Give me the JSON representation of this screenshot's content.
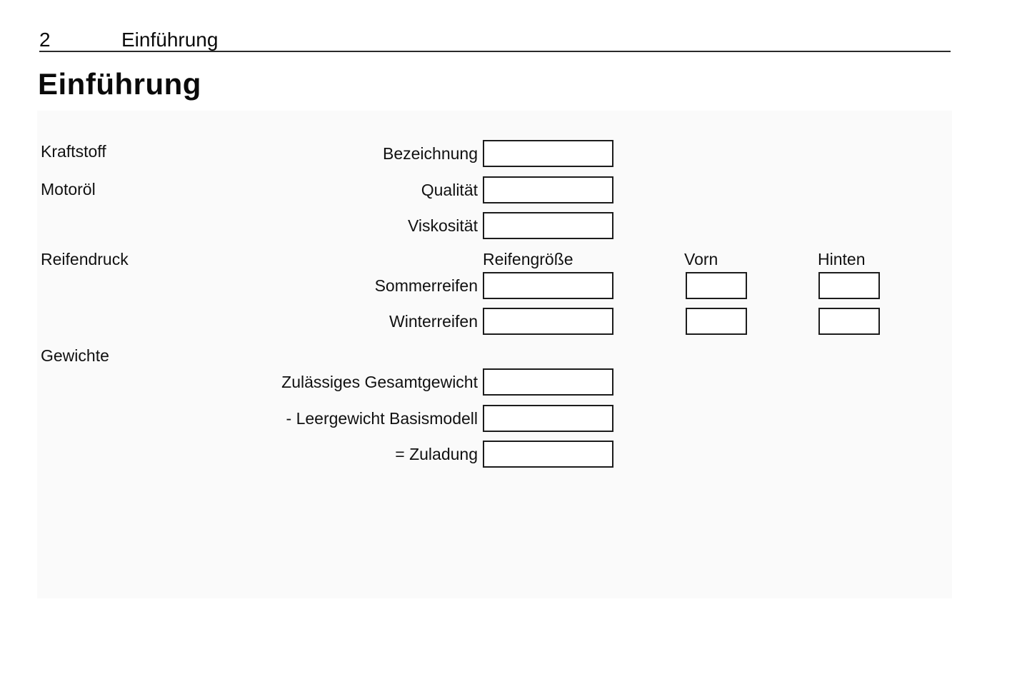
{
  "header": {
    "page_number": "2",
    "chapter_title": "Einführung"
  },
  "page_title": "Einführung",
  "sections": {
    "kraftstoff": {
      "label": "Kraftstoff"
    },
    "motoroel": {
      "label": "Motoröl"
    },
    "reifendruck": {
      "label": "Reifendruck"
    },
    "gewichte": {
      "label": "Gewichte"
    }
  },
  "fields": {
    "bezeichnung": {
      "label": "Bezeichnung",
      "value": ""
    },
    "qualitaet": {
      "label": "Qualität",
      "value": ""
    },
    "viskositaet": {
      "label": "Viskosität",
      "value": ""
    },
    "gesamtgewicht": {
      "label": "Zulässiges Gesamtgewicht",
      "value": ""
    },
    "leergewicht": {
      "label": "- Leergewicht Basismodell",
      "value": ""
    },
    "zuladung": {
      "label": "= Zuladung",
      "value": ""
    }
  },
  "tire_table": {
    "columns": {
      "size": "Reifengröße",
      "front": "Vorn",
      "rear": "Hinten"
    },
    "rows": {
      "sommerreifen": {
        "label": "Sommerreifen",
        "size": "",
        "front": "",
        "rear": ""
      },
      "winterreifen": {
        "label": "Winterreifen",
        "size": "",
        "front": "",
        "rear": ""
      }
    }
  }
}
